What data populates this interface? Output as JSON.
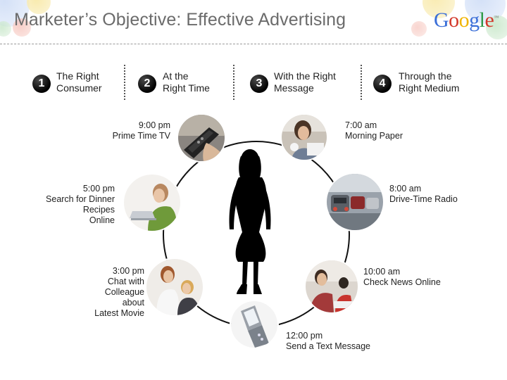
{
  "title": "Marketer’s Objective: Effective Advertising",
  "logo": {
    "letters": [
      "G",
      "o",
      "o",
      "g",
      "l",
      "e"
    ],
    "colors": [
      "#3b6fd8",
      "#d33a2c",
      "#f0b400",
      "#3b6fd8",
      "#2f9a47",
      "#d33a2c"
    ],
    "tm": "™"
  },
  "steps": [
    {
      "number": "1",
      "label_line1": "The Right",
      "label_line2": "Consumer"
    },
    {
      "number": "2",
      "label_line1": "At the",
      "label_line2": "Right Time"
    },
    {
      "number": "3",
      "label_line1": "With the Right",
      "label_line2": "Message"
    },
    {
      "number": "4",
      "label_line1": "Through the",
      "label_line2": "Right Medium"
    }
  ],
  "events": [
    {
      "time": "9:00 pm",
      "lines": [
        "Prime Time TV"
      ],
      "photo": "tv-remote-photo"
    },
    {
      "time": "7:00 am",
      "lines": [
        "Morning Paper"
      ],
      "photo": "woman-breakfast-photo"
    },
    {
      "time": "5:00 pm",
      "lines": [
        "Search for Dinner",
        "Recipes",
        "Online"
      ],
      "photo": "woman-laptop-photo"
    },
    {
      "time": "8:00 am",
      "lines": [
        "Drive-Time Radio"
      ],
      "photo": "traffic-photo"
    },
    {
      "time": "3:00 pm",
      "lines": [
        "Chat with",
        "Colleague",
        "about",
        "Latest Movie"
      ],
      "photo": "colleagues-photo"
    },
    {
      "time": "10:00 am",
      "lines": [
        "Check News Online"
      ],
      "photo": "office-photo"
    },
    {
      "time": "12:00 pm",
      "lines": [
        "Send a Text Message"
      ],
      "photo": "flip-phone-photo"
    }
  ],
  "colors": {
    "title": "#6b6b6b",
    "badge": "#000000",
    "cycle_circle": "#111111"
  }
}
